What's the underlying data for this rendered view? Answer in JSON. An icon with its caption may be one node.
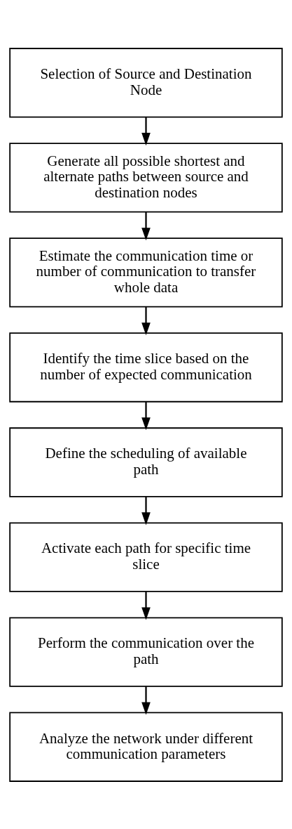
{
  "diagram": {
    "nodes": [
      {
        "text": [
          "Selection of Source and Destination Node"
        ]
      },
      {
        "text": [
          "Generate all possible shortest and alternate paths between source and destination nodes"
        ]
      },
      {
        "text": [
          "Estimate the communication time or number of communication to transfer whole data"
        ]
      },
      {
        "text": [
          "Identify the time slice based on the number of expected communication"
        ]
      },
      {
        "text": [
          "Define the scheduling of available path"
        ]
      },
      {
        "text": [
          "Activate each path for specific time slice"
        ]
      },
      {
        "text": [
          "Perform the communication over the path"
        ]
      },
      {
        "text": [
          "Analyze the network under different communication parameters"
        ]
      }
    ],
    "edges": [
      {
        "from": 0,
        "to": 1,
        "arrow": "to"
      },
      {
        "from": 1,
        "to": 2,
        "arrow": "to"
      },
      {
        "from": 2,
        "to": 3,
        "arrow": "to"
      },
      {
        "from": 3,
        "to": 4,
        "arrow": "to"
      },
      {
        "from": 4,
        "to": 5,
        "arrow": "to"
      },
      {
        "from": 5,
        "to": 6,
        "arrow": "to"
      },
      {
        "from": 6,
        "to": 7,
        "arrow": "to"
      }
    ]
  }
}
